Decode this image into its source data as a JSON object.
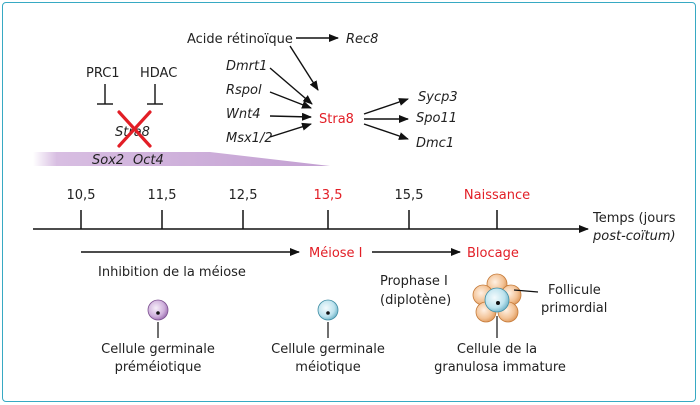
{
  "colors": {
    "accent_red": "#e21e26",
    "text": "#222222",
    "frame": "#37a9c3",
    "band": "#c9a6d6"
  },
  "top": {
    "retinoic_acid": "Acide rétinoïque",
    "rec8": "Rec8",
    "prc1": "PRC1",
    "hdac": "HDAC",
    "stra8_blocked": "Stra8",
    "regulators": [
      "Dmrt1",
      "Rspol",
      "Wnt4",
      "Msx1/2"
    ],
    "stra8": "Stra8",
    "targets": [
      "Sycp3",
      "Spo11",
      "Dmc1"
    ]
  },
  "band": {
    "labels": [
      "Sox2",
      "Oct4"
    ]
  },
  "timeline": {
    "ticks": [
      "10,5",
      "11,5",
      "12,5",
      "13,5",
      "15,5",
      "Naissance"
    ],
    "highlighted": [
      "13,5",
      "Naissance"
    ],
    "axis_label_line1": "Temps (jours",
    "axis_label_line2": "post-coïtum)"
  },
  "phases": {
    "inhibition": "Inhibition de la méiose",
    "meiose": "Méiose I",
    "blocage": "Blocage",
    "prophase_line1": "Prophase I",
    "prophase_line2": "(diplotène)"
  },
  "cells": {
    "premeiotic_line1": "Cellule germinale",
    "premeiotic_line2": "préméiotique",
    "meiotic_line1": "Cellule germinale",
    "meiotic_line2": "méiotique",
    "granulosa_line1": "Cellule de la",
    "granulosa_line2": "granulosa immature",
    "follicle_line1": "Follicule",
    "follicle_line2": "primordial"
  }
}
